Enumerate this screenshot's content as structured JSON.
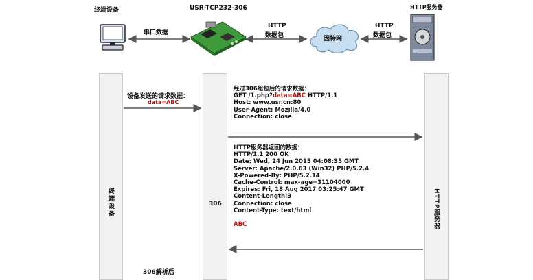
{
  "top": {
    "terminal_label": "终端设备",
    "device_label": "USR-TCP232-306",
    "server_label": "HTTP服务器",
    "serial_label": "串口数据",
    "http_pkt_left": [
      "HTTP",
      "数据包"
    ],
    "internet_label": "因特网",
    "http_pkt_right": [
      "HTTP",
      "数据包"
    ]
  },
  "columns": {
    "left_label": "终端设备",
    "mid_label": "306",
    "right_label": "HTTP服务器"
  },
  "send": {
    "title": "设备发送的请求数据：",
    "data": "data=ABC"
  },
  "request": {
    "title": "经过306组包后的请求数据：",
    "line1_prefix": "GET /1.php?",
    "line1_red": "data=ABC",
    "line1_suffix": " HTTP/1.1",
    "lines": [
      "Host: www.usr.cn:80",
      "User-Agent: Mozilla/4.0",
      "Connection: close"
    ]
  },
  "response": {
    "title": "HTTP服务器返回的数据：",
    "lines": [
      "HTTP/1.1 200 OK",
      "Date: Wed, 24 Jun 2015 04:08:35 GMT",
      "Server: Apache/2.0.63 (Win32) PHP/5.2.4",
      "X-Powered-By: PHP/5.2.14",
      "Cache-Control: max-age=31104000",
      "Expires: Fri, 18 Aug 2017 03:25:47 GMT",
      "Content-Length:3",
      "Connection: close",
      "Content-Type: text/html"
    ],
    "body": "ABC"
  },
  "bottom": {
    "parse_label": "306解析后"
  }
}
